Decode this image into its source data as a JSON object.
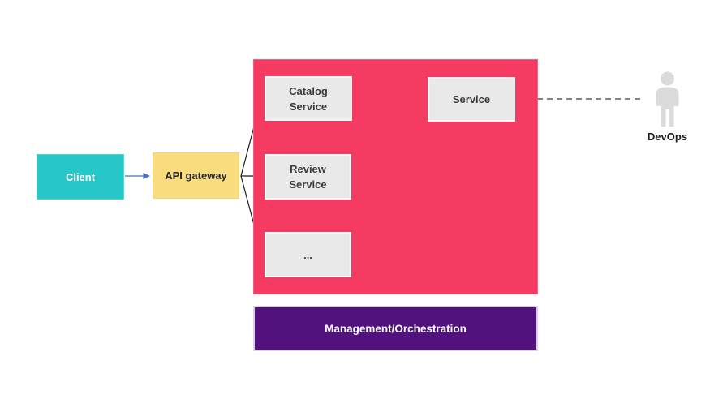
{
  "diagram": {
    "nodes": {
      "client": {
        "label": "Client",
        "fill": "#26C6C9",
        "text_color": "#FFFFFF"
      },
      "api_gateway": {
        "label": "API gateway",
        "fill": "#F8DC7E",
        "text_color": "#262626"
      },
      "catalog_service": {
        "line1": "Catalog",
        "line2": "Service",
        "fill": "#E9E9E9",
        "text_color": "#3C3C3C"
      },
      "review_service": {
        "line1": "Review",
        "line2": "Service",
        "fill": "#E9E9E9",
        "text_color": "#3C3C3C"
      },
      "more_services": {
        "line1": "...",
        "fill": "#E9E9E9",
        "text_color": "#3C3C3C"
      },
      "service": {
        "line1": "Service",
        "fill": "#E9E9E9",
        "text_color": "#3C3C3C"
      },
      "management": {
        "label": "Management/Orchestration",
        "fill": "#53117E",
        "text_color": "#FFFFFF"
      },
      "devops": {
        "label": "DevOps",
        "icon": "person-icon",
        "icon_color": "#DBDBDB"
      }
    },
    "container": {
      "fill": "#F53B62"
    },
    "edges": [
      {
        "from": "client",
        "to": "api_gateway",
        "style": "solid",
        "color": "#4472C4"
      },
      {
        "from": "api_gateway",
        "to": "catalog_service",
        "style": "solid",
        "color": "#1A1A1A"
      },
      {
        "from": "api_gateway",
        "to": "review_service",
        "style": "solid",
        "color": "#1A1A1A"
      },
      {
        "from": "api_gateway",
        "to": "more_services",
        "style": "solid",
        "color": "#1A1A1A"
      },
      {
        "from": "catalog_service",
        "to": "service",
        "style": "solid",
        "color": "#1A1A1A"
      },
      {
        "from": "devops",
        "to": "service",
        "style": "dashed",
        "color": "#3C3C3C"
      }
    ]
  }
}
